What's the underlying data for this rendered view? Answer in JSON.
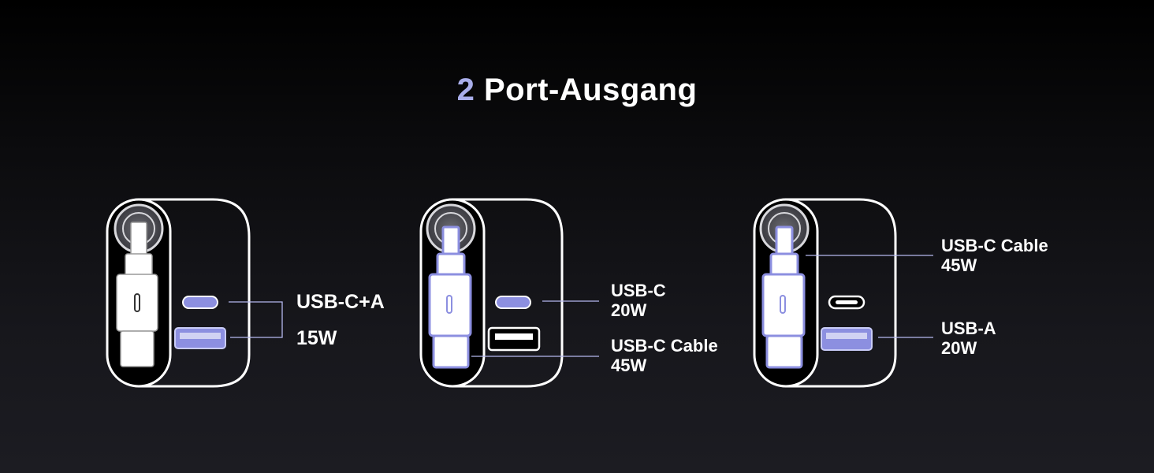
{
  "title": {
    "number": "2",
    "text": "Port-Ausgang"
  },
  "colors": {
    "accent": "#a9aeea",
    "background": "#141418",
    "outline": "#ffffff",
    "highlight_fill": "#8c8fe0"
  },
  "panels": [
    {
      "label_name": "USB-C+A",
      "label_power": "15W",
      "active_ports": [
        "usb-c",
        "usb-a"
      ]
    },
    {
      "label_c_name": "USB-C",
      "label_c_power": "20W",
      "label_cable_name": "USB-C Cable",
      "label_cable_power": "45W",
      "active_ports": [
        "usb-c",
        "cable"
      ]
    },
    {
      "label_cable_name": "USB-C Cable",
      "label_cable_power": "45W",
      "label_a_name": "USB-A",
      "label_a_power": "20W",
      "active_ports": [
        "cable",
        "usb-a"
      ]
    }
  ]
}
